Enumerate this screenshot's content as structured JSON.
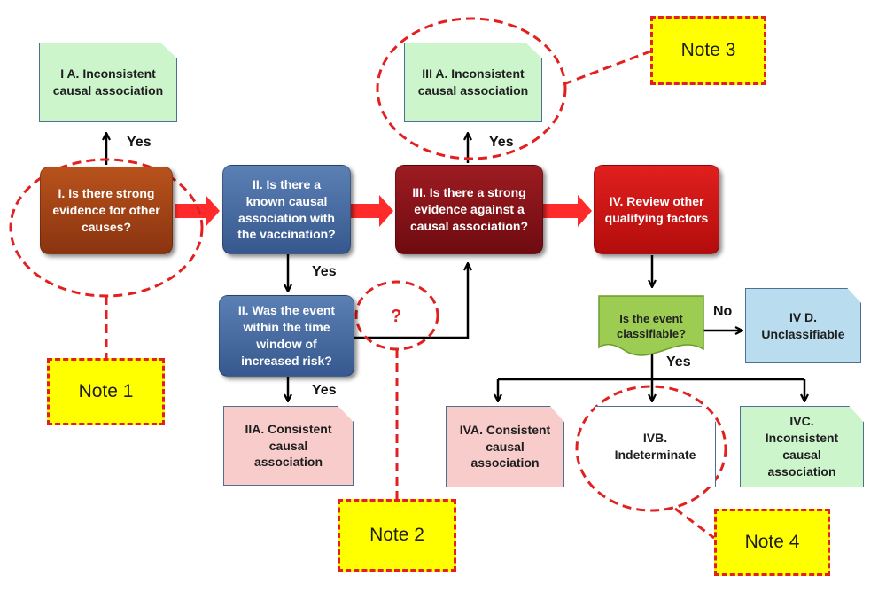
{
  "diagram": {
    "decisions": {
      "step1": "I. Is there strong evidence for other causes?",
      "step2a": "II. Is there a known causal association with the vaccination?",
      "step2b": "II. Was the event within the time window of increased risk?",
      "step3": "III. Is there a strong evidence against a causal association?",
      "step4": "IV. Review other qualifying factors",
      "classifiable": "Is the event classifiable?"
    },
    "outcomes": {
      "ia": "I A. Inconsistent causal association",
      "iiia": "III A. Inconsistent causal association",
      "iia": "IIA. Consistent causal association",
      "iva": "IVA. Consistent causal association",
      "ivb": "IVB. Indeterminate",
      "ivc": "IVC. Inconsistent causal association",
      "ivd": "IV D. Unclassifiable"
    },
    "labels": {
      "yes_1": "Yes",
      "yes_2": "Yes",
      "yes_3": "Yes",
      "yes_4": "Yes",
      "yes_5": "Yes",
      "no_1": "No",
      "question_mark": "?"
    },
    "notes": {
      "note1": "Note 1",
      "note2": "Note 2",
      "note3": "Note 3",
      "note4": "Note 4"
    },
    "colors": {
      "highlight_dash": "#e32020",
      "note_fill": "#ffff00",
      "flow_arrow": "#ff2a2a",
      "connector": "#000000"
    }
  }
}
